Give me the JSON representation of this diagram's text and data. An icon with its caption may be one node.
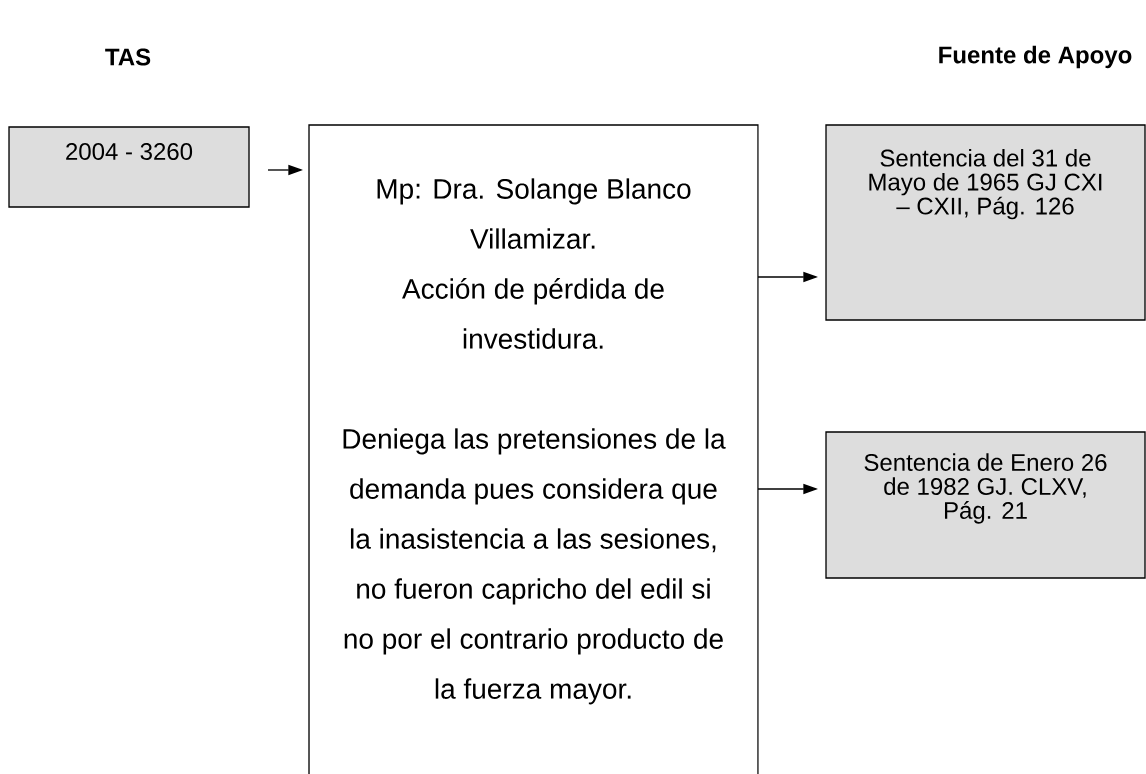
{
  "diagram": {
    "nodes": [
      {
        "text": [
          "2004 - 3260"
        ]
      },
      {
        "text": [
          "Mp: Dra. Solange Blanco Villamizar.",
          "Acción de pérdida de investidura.",
          "Deniega las pretensiones de la demanda pues considera que la inasistencia a las sesiones, no fueron capricho del edil si no por el contrario producto de la fuerza mayor."
        ]
      },
      {
        "text": [
          "Sentencia del 31 de Mayo de 1965 GJ CXI – CXII, Pág. 126"
        ]
      },
      {
        "text": [
          "Sentencia de Enero 26 de 1982 GJ. CLXV, Pág. 21"
        ]
      }
    ],
    "edges": [
      {
        "from": 0,
        "to": 1,
        "arrow": "to"
      },
      {
        "from": 1,
        "to": 2,
        "arrow": "to"
      },
      {
        "from": 1,
        "to": 3,
        "arrow": "to"
      }
    ],
    "labels": [
      "TAS",
      "Fuente de Apoyo"
    ]
  }
}
